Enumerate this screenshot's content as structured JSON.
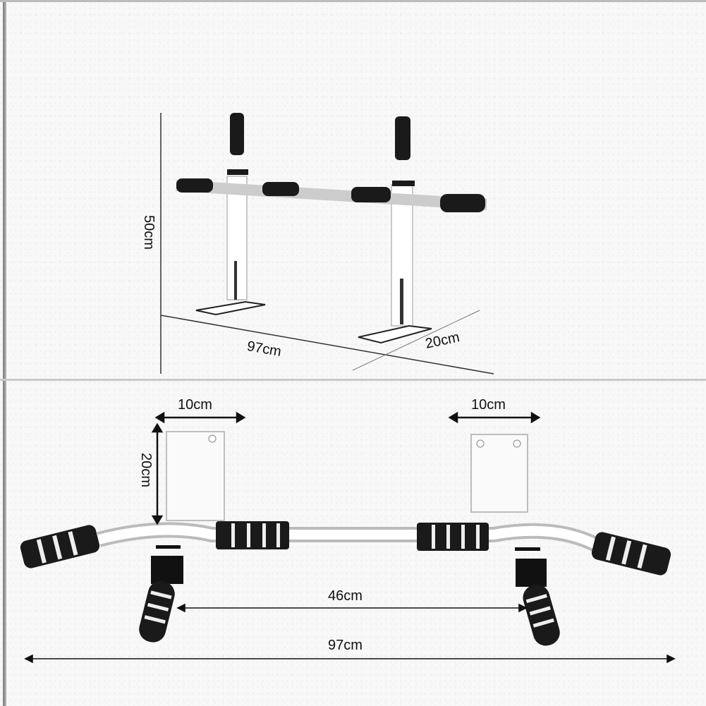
{
  "diagram": {
    "subject": "Wall-mounted pull-up bar with dimensions",
    "top_view": {
      "height_label": "50cm",
      "length_label": "97cm",
      "depth_label": "20cm"
    },
    "bottom_view": {
      "bracket_width_left": "10cm",
      "bracket_width_right": "10cm",
      "bracket_height": "20cm",
      "inner_handle_span": "46cm",
      "total_length": "97cm"
    },
    "colors": {
      "background": "#f8f8f8",
      "ink": "#111111",
      "grip": "#1a1a1a",
      "metal": "#ffffff"
    }
  }
}
